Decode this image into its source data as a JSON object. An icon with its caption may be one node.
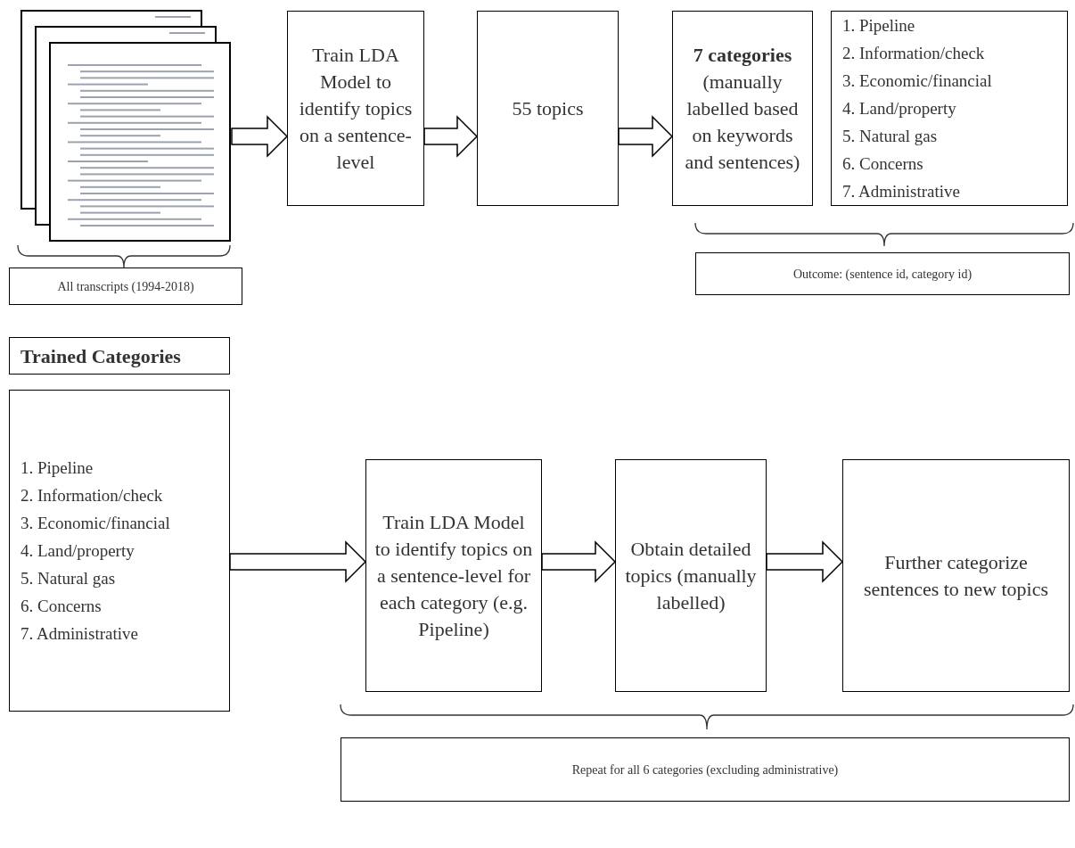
{
  "diagram": {
    "nodes": [
      {
        "text": [],
        "shape": "picture"
      },
      {
        "text": [
          "Train LDA Model to identify topics on a sentence-level"
        ]
      },
      {
        "text": [
          "55 topics"
        ]
      },
      {
        "text": [
          "**7 categories** (manually labelled based on keywords and sentences)"
        ]
      },
      {
        "text": [
          "1. Pipeline",
          "2. Information/check",
          "3. Economic/financial",
          "4. Land/property",
          "5. Natural gas",
          "6. Concerns",
          "7. Administrative"
        ]
      },
      {
        "text": [
          "All transcripts (1994-2018)"
        ]
      },
      {
        "text": [
          "Outcome: (sentence id, category id)"
        ]
      },
      {
        "text": [
          "Trained Categories"
        ]
      },
      {
        "text": [
          "1. Pipeline",
          "2. Information/check",
          "3. Economic/financial",
          "4. Land/property",
          "5. Natural gas",
          "6. Concerns",
          "7. Administrative"
        ]
      },
      {
        "text": [
          "Train LDA Model to identify topics on a sentence-level for each category (e.g. Pipeline)"
        ]
      },
      {
        "text": [
          "Obtain detailed topics (manually labelled)"
        ]
      },
      {
        "text": [
          "Further categorize sentences to new topics"
        ]
      },
      {
        "text": [
          "Repeat for all 6 categories (excluding administrative)"
        ]
      }
    ],
    "edges": [
      {
        "from": 0,
        "to": 1,
        "arrow": "to"
      },
      {
        "from": 1,
        "to": 2,
        "arrow": "to"
      },
      {
        "from": 2,
        "to": 3,
        "arrow": "to"
      },
      {
        "from": 8,
        "to": 9,
        "arrow": "to"
      },
      {
        "from": 9,
        "to": 10,
        "arrow": "to"
      },
      {
        "from": 10,
        "to": 11,
        "arrow": "to"
      }
    ]
  }
}
